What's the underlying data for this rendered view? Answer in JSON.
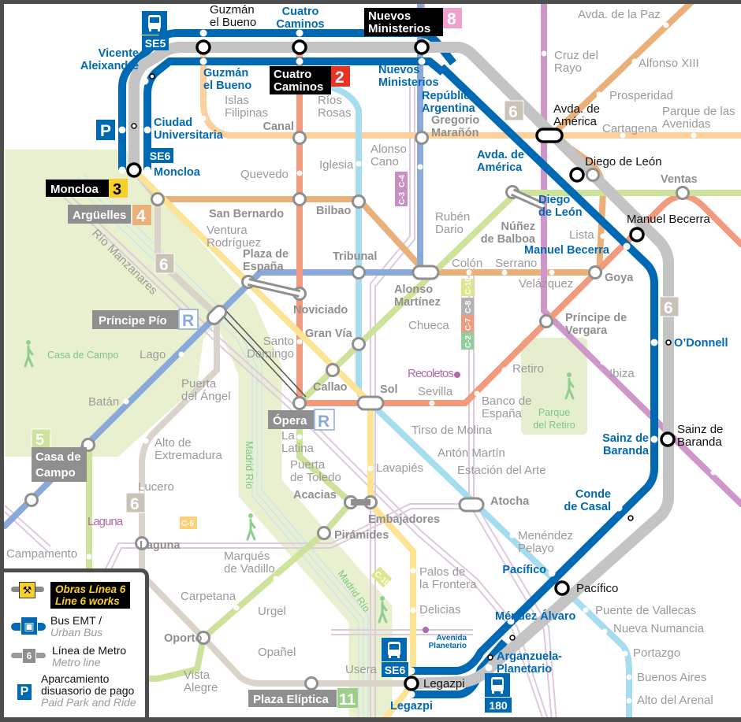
{
  "map": {
    "bus_stops": {
      "vicente_aleixandre": [
        "Vicente",
        "Aleixandre"
      ],
      "guzman_el_bueno": [
        "Guzmán",
        "el Bueno"
      ],
      "cuatro_caminos": [
        "Cuatro",
        "Caminos"
      ],
      "nuevos_ministerios": [
        "Nuevos",
        "Ministerios"
      ],
      "republica_argentina": [
        "República",
        "Argentina"
      ],
      "ciudad_universitaria": [
        "Ciudad",
        "Universitaria"
      ],
      "moncloa": "Moncloa",
      "avda_america": [
        "Avda. de",
        "América"
      ],
      "diego_de_leon": [
        "Diego",
        "de León"
      ],
      "manuel_becerra": "Manuel Becerra",
      "odonnell": "O’Donnell",
      "sainz_de_baranda": [
        "Sainz de",
        "Baranda"
      ],
      "conde_de_casal": [
        "Conde",
        "de Casal"
      ],
      "pacifico": "Pacífico",
      "mendez_alvaro": "Méndez Álvaro",
      "avenida_planetario": [
        "Avenida",
        "Planetario"
      ],
      "arganzuela_planetario": [
        "Arganzuela-",
        "Planetario"
      ],
      "legazpi": "Legazpi"
    },
    "l6_stations": {
      "guzman_el_bueno": [
        "Guzmán",
        "el Bueno"
      ],
      "avda_america": [
        "Avda. de",
        "América"
      ],
      "diego_de_leon": "Diego de León",
      "manuel_becerra": "Manuel Becerra",
      "sainz_de_baranda": [
        "Sainz de",
        "Baranda"
      ],
      "pacifico": "Pacífico",
      "legazpi": "Legazpi"
    },
    "metro_stations": {
      "canal": "Canal",
      "san_bernardo": "San Bernardo",
      "bilbao": "Bilbao",
      "plaza_espana": [
        "Plaza de",
        "España"
      ],
      "tribunal": "Tribunal",
      "noviciado": "Noviciado",
      "gran_via": "Gran Vía",
      "callao": "Callao",
      "sol": "Sol",
      "alonso_martinez": [
        "Alonso",
        "Martínez"
      ],
      "nunez_de_balboa": [
        "Núñez",
        "de Balboa"
      ],
      "goya": "Goya",
      "principe_vergara": [
        "Príncipe de",
        "Vergara"
      ],
      "atocha": "Atocha",
      "acacias": "Acacias",
      "embajadores": "Embajadores",
      "piramides": "Pirámides",
      "laguna": "Laguna",
      "oporto": "Oporto",
      "ventas": "Ventas",
      "gregorio_maranon": [
        "Gregorio",
        "Marañón"
      ],
      "islas_filipinas": [
        "Islas",
        "Filipinas"
      ],
      "rios_rosas": [
        "Ríos",
        "Rosas"
      ],
      "quevedo": "Quevedo",
      "iglesia": "Iglesia",
      "alonso_cano": [
        "Alonso",
        "Cano"
      ],
      "ruben_dario": [
        "Rubén",
        "Dario"
      ],
      "ventura_rodriguez": [
        "Ventura",
        "Rodríguez"
      ],
      "colon": "Colón",
      "serrano": "Serrano",
      "velazquez": "Velázquez",
      "lista": "Lista",
      "chueca": "Chueca",
      "santo_domingo": [
        "Santo",
        "Domingo"
      ],
      "sevilla": "Sevilla",
      "retiro": "Retiro",
      "banco_espana": [
        "Banco de",
        "España"
      ],
      "tirso_de_molina": "Tirso de Molina",
      "anton_martin": "Antón Martín",
      "estacion_arte": "Estación del Arte",
      "ibiza": "Ibiza",
      "menendez_pelayo": [
        "Menéndez",
        "Pelayo"
      ],
      "palos_frontera": [
        "Palos de",
        "la Frontera"
      ],
      "delicias": "Delicias",
      "puente_vallecas": "Puente de Vallecas",
      "nueva_numancia": "Nueva Numancia",
      "portazgo": "Portazgo",
      "buenos_aires": "Buenos Aires",
      "alto_arenal": "Alto del Arenal",
      "lavapies": "Lavapiés",
      "la_latina": [
        "La",
        "Latina"
      ],
      "puerta_toledo": [
        "Puerta",
        "de Toledo"
      ],
      "lago": "Lago",
      "batan": "Batán",
      "puerta_angel": [
        "Puerta",
        "del Ángel"
      ],
      "alto_extremadura": [
        "Alto de",
        "Extremadura"
      ],
      "lucero": "Lucero",
      "campamento": "Campamento",
      "carpetana": "Carpetana",
      "urgel": "Urgel",
      "marques_vadillo": [
        "Marqués",
        "de Vadillo"
      ],
      "opanel": "Opañel",
      "vista_alegre": [
        "Vista",
        "Alegre"
      ],
      "usera": "Usera",
      "cruz_del_rayo": [
        "Cruz del",
        "Rayo"
      ],
      "avda_paz": "Avda. de la Paz",
      "alfonso_xiii": "Alfonso XIII",
      "prosperidad": "Prosperidad",
      "cartagena": "Cartagena",
      "parque_avenidas": [
        "Parque de las",
        "Avenidas"
      ]
    },
    "cercanias_stations": {
      "recoletos": "Recoletos",
      "laguna": "Laguna"
    },
    "parks": {
      "casa_de_campo": "Casa de Campo",
      "parque_retiro": [
        "Parque",
        "del Retiro"
      ],
      "madrid_rio_1": "Madrid Río",
      "madrid_rio_2": "Madrid Río",
      "manzanares": "Río Manzanares"
    },
    "badges": {
      "moncloa": {
        "name": "Moncloa",
        "line": "3"
      },
      "cuatro_caminos": {
        "name1": "Cuatro",
        "name2": "Caminos",
        "line": "2"
      },
      "nuevos_ministerios": {
        "name1": "Nuevos",
        "name2": "Ministerios",
        "line": "8"
      },
      "arguelles": {
        "name": "Argüelles",
        "line": "4"
      },
      "principe_pio": {
        "name": "Príncipe Pío",
        "line": "R"
      },
      "opera": {
        "name": "Ópera",
        "line": "R"
      },
      "casa_de_campo": {
        "name1": "Casa de",
        "name2": "Campo",
        "line": "5"
      },
      "plaza_eliptica": {
        "name": "Plaza Elíptica",
        "line": "11"
      },
      "line6": "6",
      "bus_se5": "SE5",
      "bus_se6": "SE6",
      "bus_180": "180",
      "parking": "P",
      "cercanias": [
        "C-4",
        "C-3",
        "C-10",
        "C-8",
        "C-7",
        "C-2",
        "C-5",
        "C-10"
      ]
    },
    "colors": {
      "bus": "#0069b4",
      "works_yellow": "#f7cf2b",
      "l1": "#a6dcef",
      "l2": "#f19a7d",
      "l3": "#fde394",
      "l4": "#e9b07a",
      "l5": "#cde29b",
      "l6": "#d9d3ca",
      "l7": "#fcd09d",
      "l9": "#cf97c9",
      "l10": "#89a9db",
      "cercanias": "#dfc9dc",
      "park": "#e8f0d0"
    }
  },
  "legend": {
    "works": [
      "Obras Línea 6",
      "Line 6 works"
    ],
    "bus": [
      "Bus EMT /",
      "Urban Bus"
    ],
    "metro": [
      "Línea de Metro",
      "Metro line"
    ],
    "metro_line_number": "6",
    "parking": [
      "Aparcamiento",
      "disuasorio de pago",
      "Paid Park and Ride"
    ],
    "parking_icon": "P"
  }
}
